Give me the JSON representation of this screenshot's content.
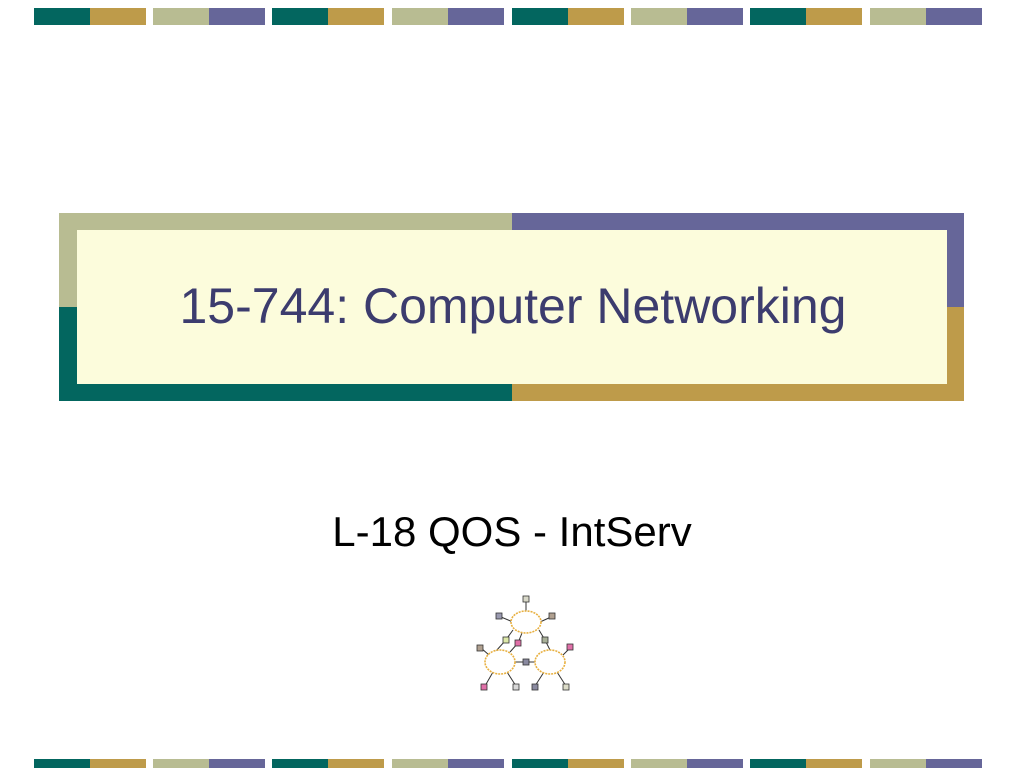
{
  "slide": {
    "title": "15-744: Computer Networking",
    "subtitle": "L-18 QOS - IntServ"
  },
  "theme": {
    "teal": "#03665f",
    "gold": "#be9b4a",
    "sage": "#b8bc92",
    "purple": "#666699",
    "title_fill": "#fcfcdc",
    "title_color": "#3c3c6e"
  },
  "decor": {
    "stripe_pattern": [
      "teal",
      "gold",
      "sage",
      "purple"
    ],
    "network_icon": "network-clouds-icon"
  }
}
